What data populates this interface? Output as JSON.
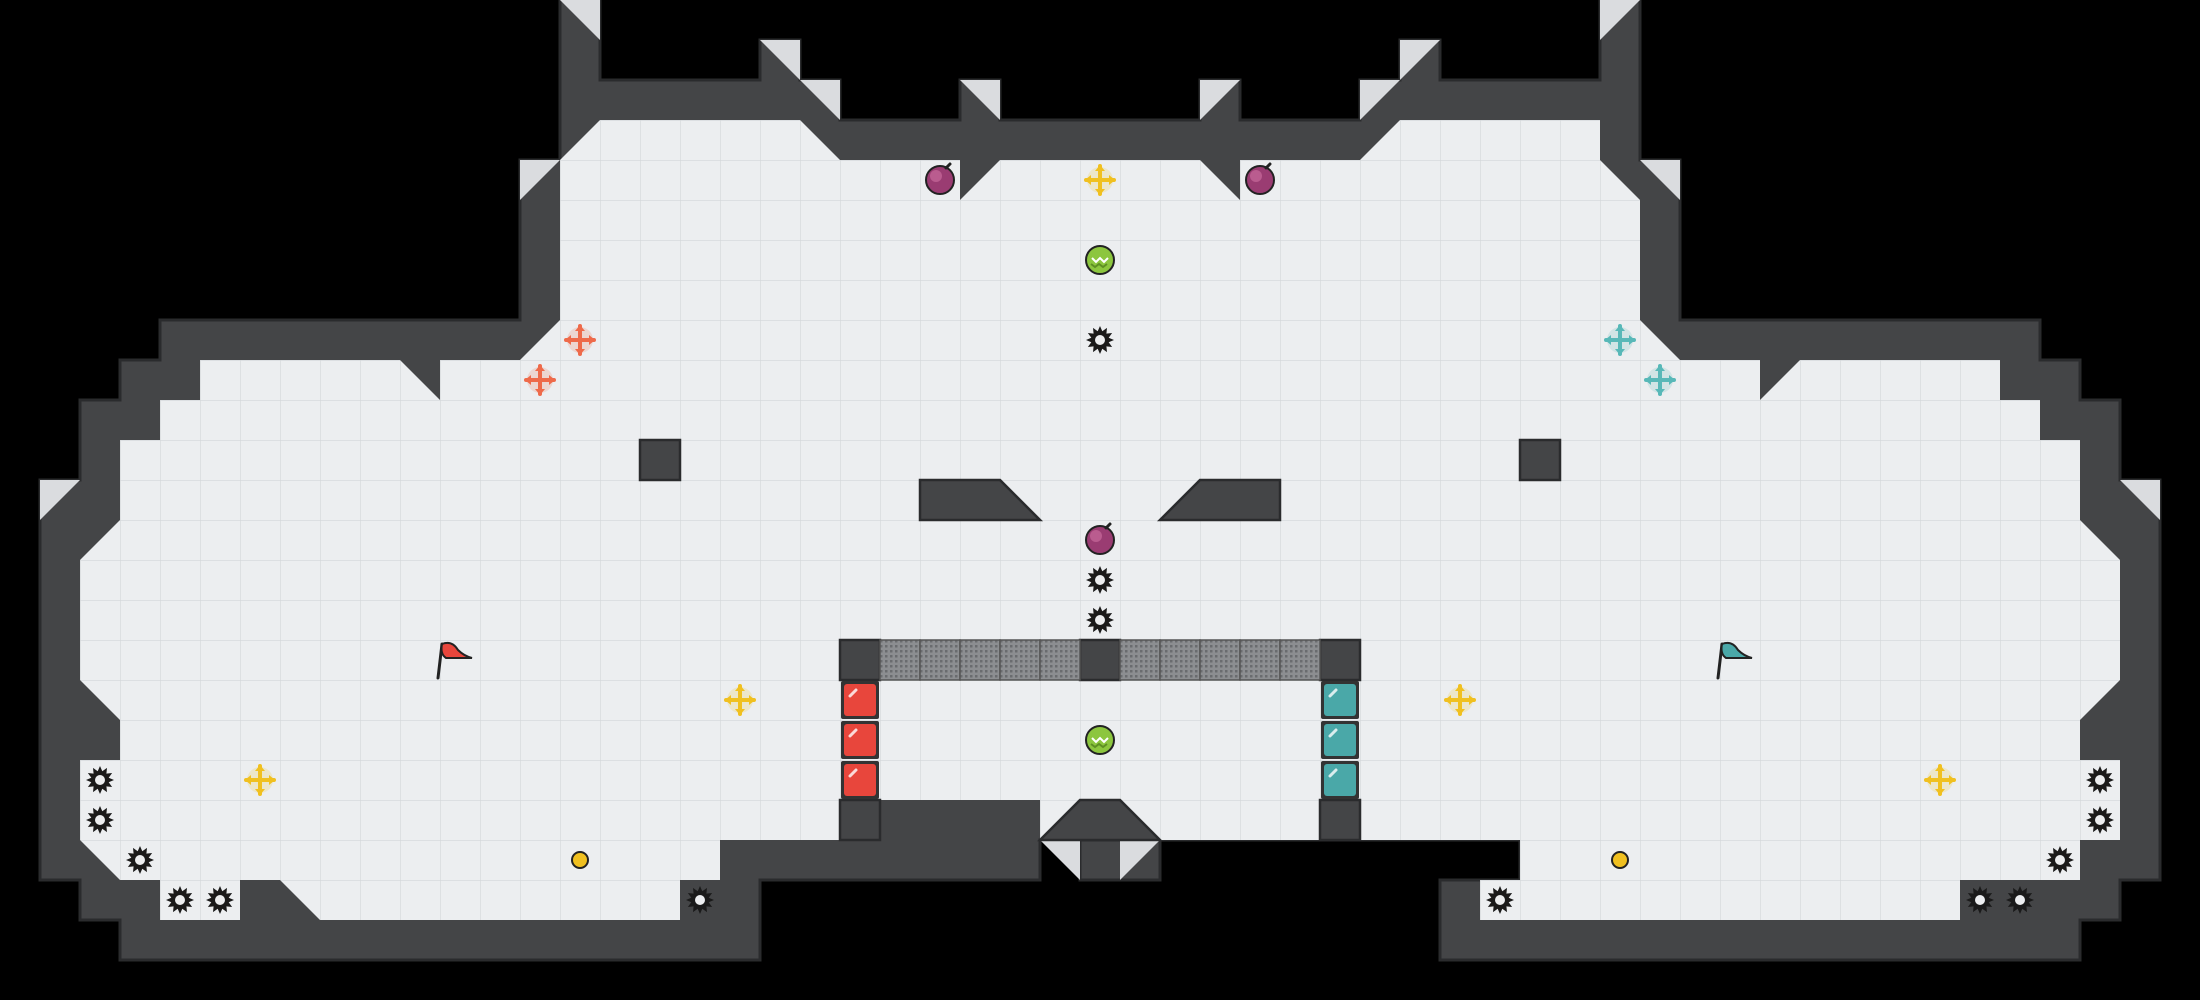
{
  "map": {
    "background_color": "#000000",
    "floor_color": "#eceef0",
    "grid_color": "#d3d6da",
    "wall_color": "#444547",
    "wall_dark": "#2a2b2d",
    "highlight_color": "#dadcdf"
  },
  "teams": {
    "red": {
      "color": "#e8463c",
      "accent": "#ee6a4a"
    },
    "blue": {
      "color": "#4aa8a8",
      "accent": "#58b8b8"
    }
  },
  "icons": {
    "flag": "flag-icon",
    "boost": "boost-icon",
    "bomb": "bomb-icon",
    "powerup": "powerup-icon",
    "spike": "spike-icon",
    "button": "button-icon",
    "gate": "gate-icon"
  },
  "objects": {
    "flags": [
      {
        "team": "red",
        "c": 11.3,
        "r": 16.5
      },
      {
        "team": "blue",
        "c": 43.3,
        "r": 16.5
      }
    ],
    "boosts_yellow": [
      [
        27.5,
        4.5
      ],
      [
        18.5,
        17.5
      ],
      [
        36.5,
        17.5
      ],
      [
        6.5,
        19.5
      ],
      [
        48.5,
        19.5
      ]
    ],
    "boosts_red": [
      [
        14.5,
        8.5
      ],
      [
        13.5,
        9.5
      ]
    ],
    "boosts_blue": [
      [
        40.5,
        8.5
      ],
      [
        41.5,
        9.5
      ]
    ],
    "bombs": [
      [
        23.5,
        4.5
      ],
      [
        31.5,
        4.5
      ],
      [
        27.5,
        13.5
      ]
    ],
    "powerups": [
      [
        27.5,
        6.5
      ],
      [
        27.5,
        18.5
      ]
    ],
    "spikes": [
      [
        27.5,
        8.5
      ],
      [
        27.5,
        14.5
      ],
      [
        27.5,
        15.5
      ],
      [
        2.5,
        19.5
      ],
      [
        2.5,
        20.5
      ],
      [
        3.5,
        21.5
      ],
      [
        4.5,
        22.5
      ],
      [
        5.5,
        22.5
      ],
      [
        17.5,
        22.5
      ],
      [
        52.5,
        19.5
      ],
      [
        52.5,
        20.5
      ],
      [
        51.5,
        21.5
      ],
      [
        49.5,
        22.5
      ],
      [
        50.5,
        22.5
      ],
      [
        37.5,
        22.5
      ]
    ],
    "buttons": [
      [
        14.5,
        21.5
      ],
      [
        40.5,
        21.5
      ]
    ],
    "red_gates": [
      [
        21.5,
        17.5
      ],
      [
        21.5,
        18.5
      ],
      [
        21.5,
        19.5
      ]
    ],
    "blue_gates": [
      [
        33.5,
        17.5
      ],
      [
        33.5,
        18.5
      ],
      [
        33.5,
        19.5
      ]
    ],
    "mesh_cells": [
      22,
      23,
      24,
      25,
      26,
      28,
      29,
      30,
      31,
      32
    ]
  }
}
